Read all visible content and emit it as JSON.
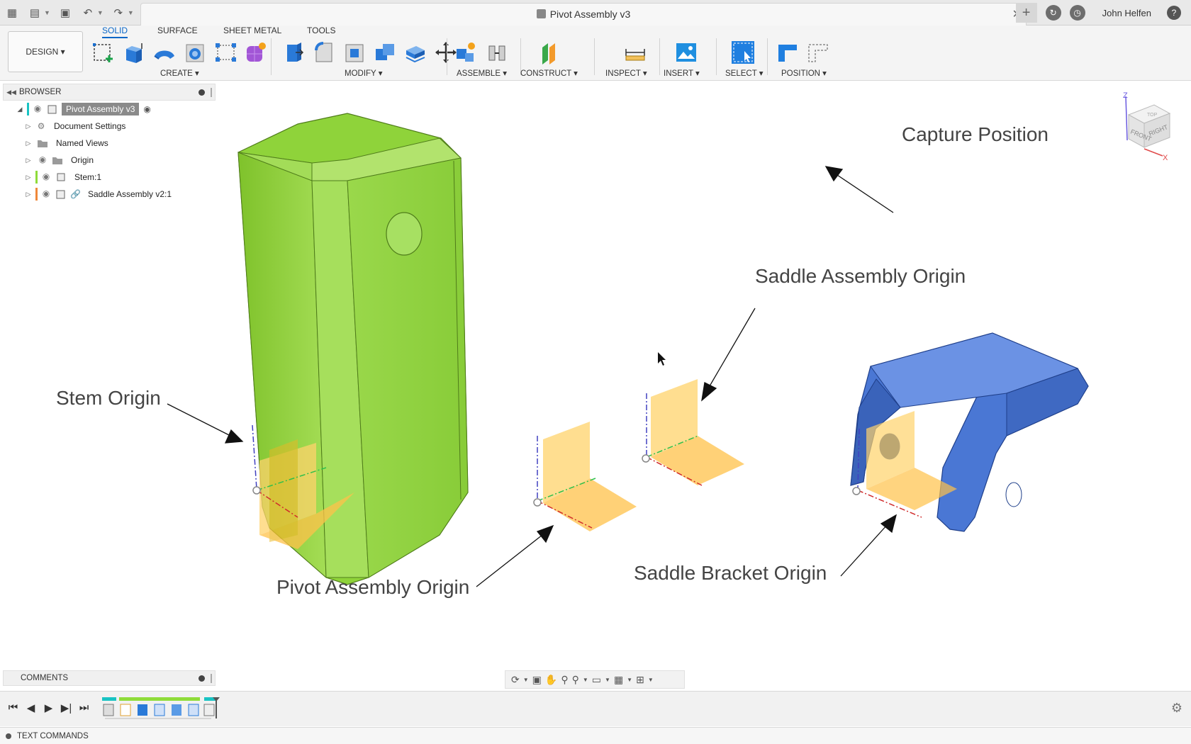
{
  "titlebar": {
    "document_title": "Pivot Assembly v3",
    "user_name": "John Helfen",
    "icons": [
      "apps-grid-icon",
      "file-icon",
      "save-icon",
      "undo-icon",
      "redo-icon",
      "new-tab-icon",
      "job-status-icon",
      "notifications-icon",
      "help-icon"
    ]
  },
  "ribbon": {
    "workspace": "DESIGN",
    "tabs": [
      "SOLID",
      "SURFACE",
      "SHEET METAL",
      "TOOLS"
    ],
    "active_tab": "SOLID",
    "groups": [
      "CREATE",
      "MODIFY",
      "ASSEMBLE",
      "CONSTRUCT",
      "INSPECT",
      "INSERT",
      "SELECT",
      "POSITION"
    ]
  },
  "browser": {
    "title": "BROWSER",
    "items": [
      {
        "label": "Pivot Assembly v3",
        "color": "#19c3c3"
      },
      {
        "label": "Document Settings"
      },
      {
        "label": "Named Views"
      },
      {
        "label": "Origin"
      },
      {
        "label": "Stem:1",
        "color": "#8fdc3a"
      },
      {
        "label": "Saddle Assembly v2:1",
        "color": "#f0883a"
      }
    ]
  },
  "annotations": {
    "capture": "Capture Position",
    "saddle_assembly": "Saddle Assembly Origin",
    "stem": "Stem Origin",
    "pivot": "Pivot Assembly Origin",
    "saddle_bracket": "Saddle Bracket Origin"
  },
  "viewcube": {
    "front": "FRONT",
    "right": "RIGHT",
    "top": "TOP",
    "axis_z": "Z",
    "axis_x": "X"
  },
  "comments": {
    "title": "COMMENTS"
  },
  "textcommands": {
    "title": "TEXT COMMANDS"
  },
  "colors": {
    "stem_green": "#8fd93a",
    "bracket_blue": "#4a77d4",
    "plane_orange": "#ffc85a",
    "active_blue": "#0a67c7"
  }
}
